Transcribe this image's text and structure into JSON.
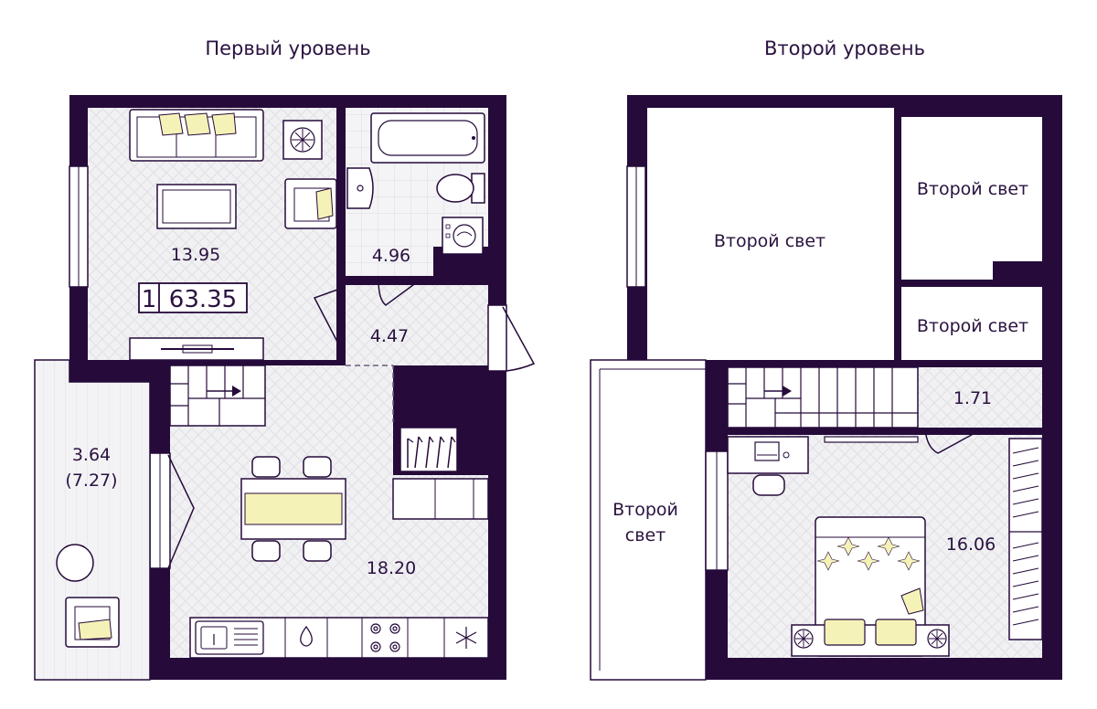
{
  "levels": [
    {
      "title": "Первый уровень"
    },
    {
      "title": "Второй уровень"
    }
  ],
  "apartment": {
    "rooms": "1",
    "total_area": "63.35"
  },
  "rooms_level1": {
    "living": "13.95",
    "bathroom": "4.96",
    "hall": "4.47",
    "kitchen": "18.20",
    "balcony_area": "3.64",
    "balcony_area_full": "(7.27)"
  },
  "rooms_level2": {
    "void_main": "Второй свет",
    "void_top_right": "Второй свет",
    "void_mid_right": "Второй свет",
    "void_left_line1": "Второй",
    "void_left_line2": "свет",
    "corridor": "1.71",
    "bedroom": "16.06"
  },
  "colors": {
    "wall": "#250a3a",
    "floor": "#efeff1",
    "accent": "#f5f2b8"
  }
}
